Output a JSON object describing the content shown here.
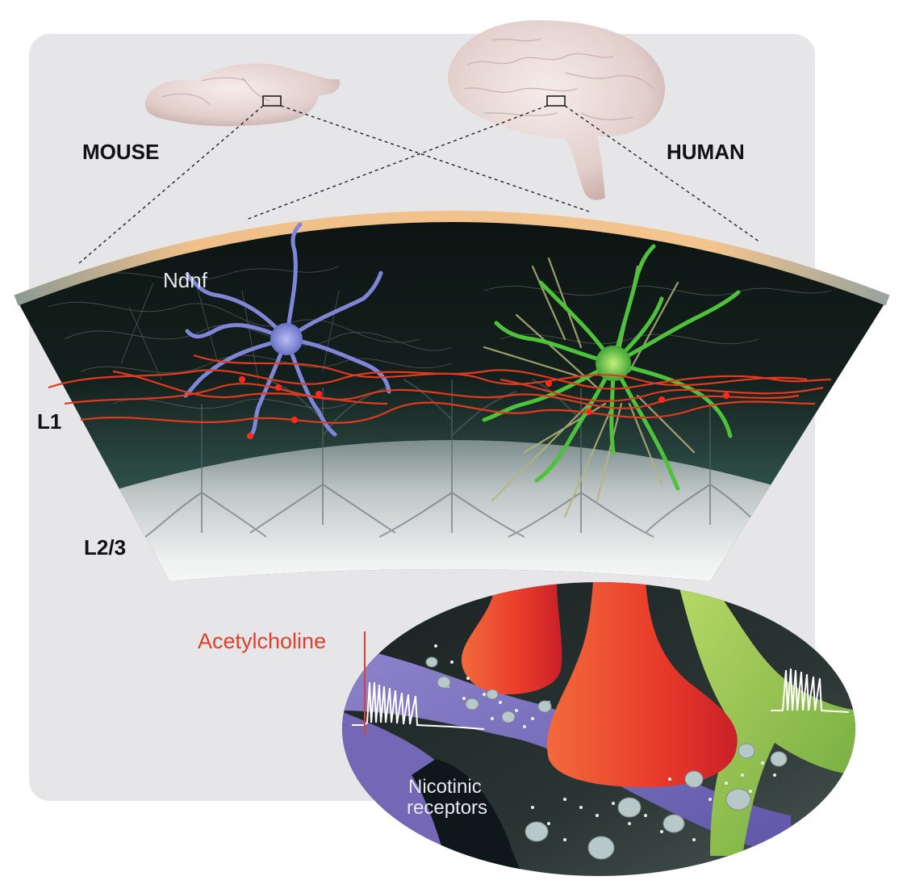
{
  "labels": {
    "mouse": "MOUSE",
    "human": "HUMAN",
    "ndnf": "Ndnf",
    "l1": "L1",
    "l23": "L2/3",
    "acetylcholine": "Acetylcholine",
    "nicotinic_line1": "Nicotinic",
    "nicotinic_line2": "receptors"
  },
  "colors": {
    "panel_bg": "#e6e6e9",
    "cortex_dark": "#101816",
    "pia_surface": "#f2c08c",
    "ndnf_neuron": "#7f86d8",
    "human_neuron": "#4fc23c",
    "cholinergic_axon": "#e23a1e",
    "acetylcholine_text": "#e0402a",
    "synapse_red": "#e8382a",
    "ndnf_dendrite_purple": "#8a7ac8"
  },
  "icons": [
    "mouse-brain-icon",
    "human-brain-icon",
    "ndnf-neuron-icon",
    "human-l1-neuron-icon",
    "nicotinic-receptor-icon",
    "action-potential-trace-icon"
  ]
}
